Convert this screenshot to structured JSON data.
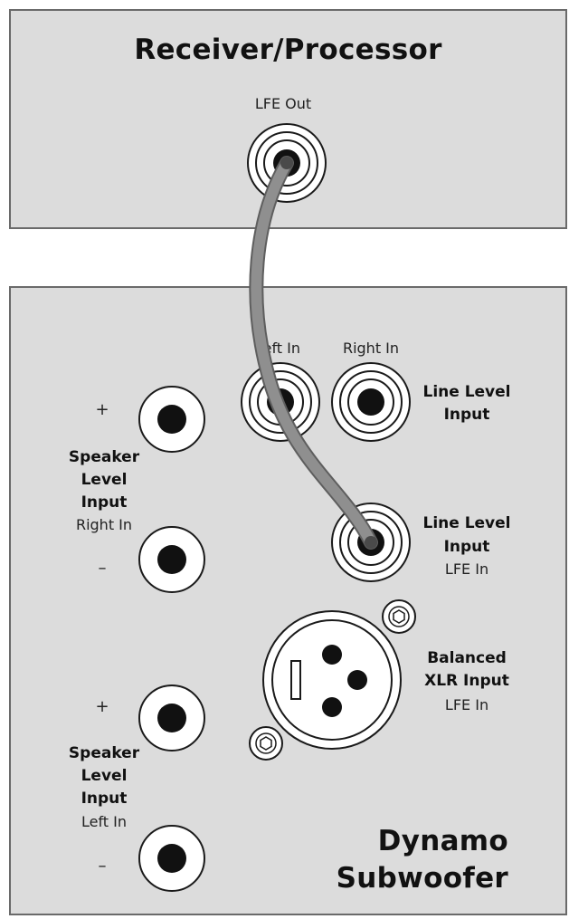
{
  "receiver": {
    "title": "Receiver/Processor",
    "lfe_out_label": "LFE Out"
  },
  "subwoofer": {
    "title_line1": "Dynamo",
    "title_line2": "Subwoofer",
    "line_level_input": {
      "left_label": "Left In",
      "right_label": "Right In",
      "name_line1": "Line Level",
      "name_line2": "Input"
    },
    "line_level_lfe": {
      "name_line1": "Line Level",
      "name_line2": "Input",
      "sub_label": "LFE In"
    },
    "xlr": {
      "name_line1": "Balanced",
      "name_line2": "XLR Input",
      "sub_label": "LFE In"
    },
    "speaker_right": {
      "plus": "+",
      "minus": "–",
      "name_line1": "Speaker",
      "name_line2": "Level",
      "name_line3": "Input",
      "sub_label": "Right In"
    },
    "speaker_left": {
      "plus": "+",
      "minus": "–",
      "name_line1": "Speaker",
      "name_line2": "Level",
      "name_line3": "Input",
      "sub_label": "Left In"
    }
  },
  "colors": {
    "panel": "#dcdcdc",
    "cable": "#8a8a8a",
    "jack": "#111111"
  }
}
